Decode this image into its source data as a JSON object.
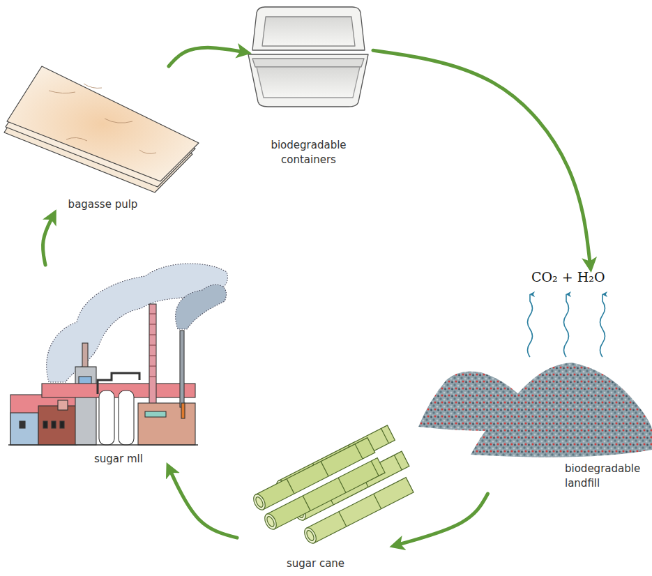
{
  "diagram": {
    "nodes": [
      {
        "text": [
          "bagasse pulp"
        ]
      },
      {
        "text": [
          "biodegradable containers"
        ]
      },
      {
        "text": [
          "biodegradable landfill"
        ]
      },
      {
        "text": [
          "sugar cane"
        ]
      },
      {
        "text": [
          "sugar mll"
        ]
      }
    ],
    "edges": [
      {
        "from": 0,
        "to": 1,
        "arrow": "to"
      },
      {
        "from": 1,
        "to": 2,
        "arrow": "to"
      },
      {
        "from": 2,
        "to": 3,
        "arrow": "to"
      },
      {
        "from": 3,
        "to": 4,
        "arrow": "to"
      },
      {
        "from": 4,
        "to": 0,
        "arrow": "to"
      }
    ],
    "labels": [
      "CO₂ + H₂O"
    ]
  }
}
